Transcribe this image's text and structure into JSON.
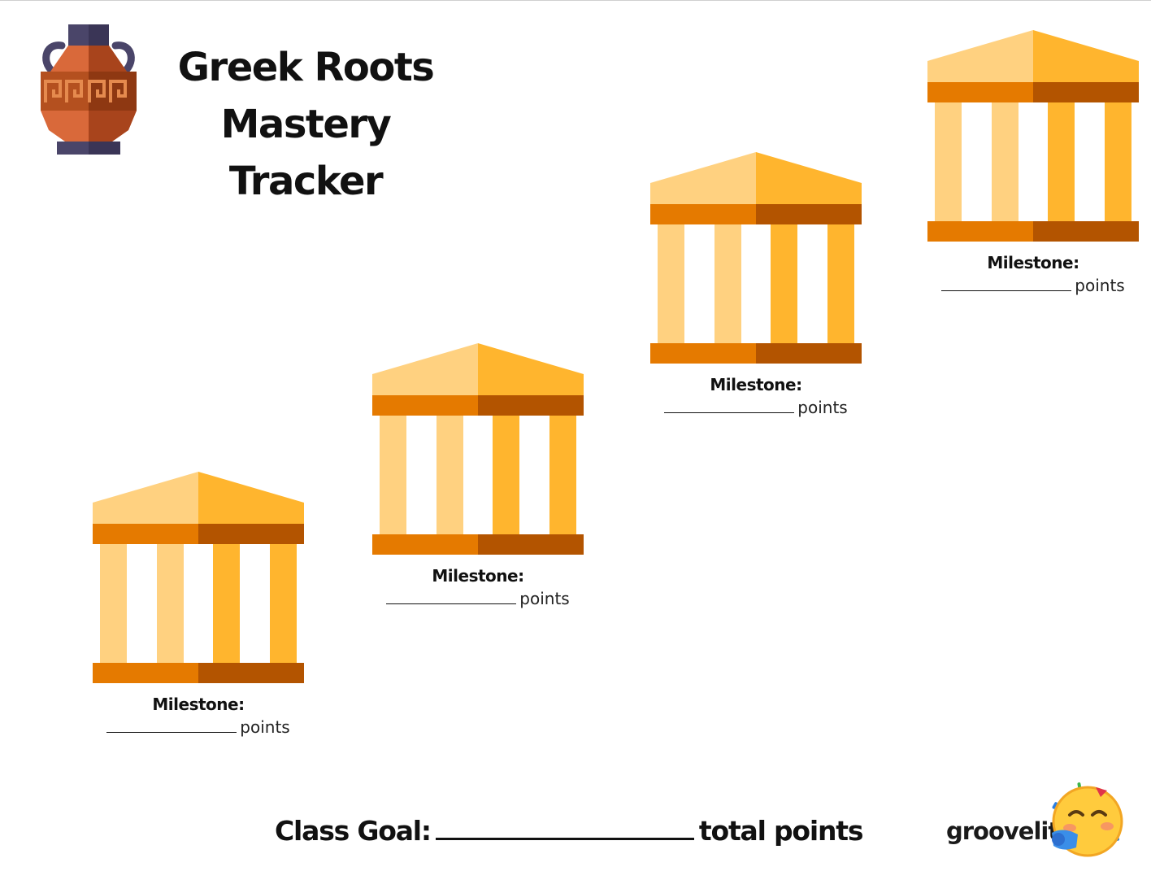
{
  "header": {
    "title_line1": "Greek Roots",
    "title_line2": "Mastery Tracker",
    "logo_icon": "greek-amphora-icon"
  },
  "milestones": [
    {
      "label": "Milestone:",
      "points_suffix": "points",
      "icon": "greek-temple-icon"
    },
    {
      "label": "Milestone:",
      "points_suffix": "points",
      "icon": "greek-temple-icon"
    },
    {
      "label": "Milestone:",
      "points_suffix": "points",
      "icon": "greek-temple-icon"
    },
    {
      "label": "Milestone:",
      "points_suffix": "points",
      "icon": "greek-temple-icon"
    }
  ],
  "goal": {
    "label": "Class Goal:",
    "suffix": "total points"
  },
  "brand": {
    "name": "groovelit",
    "icon": "partying-face-emoji-icon"
  },
  "colors": {
    "roof_light": "#FFD180",
    "roof_dark": "#FFB52E",
    "beam_light": "#E57A00",
    "beam_dark": "#B35400",
    "vase_body": "#D9693A",
    "vase_shade": "#A8441C",
    "vase_handles": "#4A4569"
  }
}
